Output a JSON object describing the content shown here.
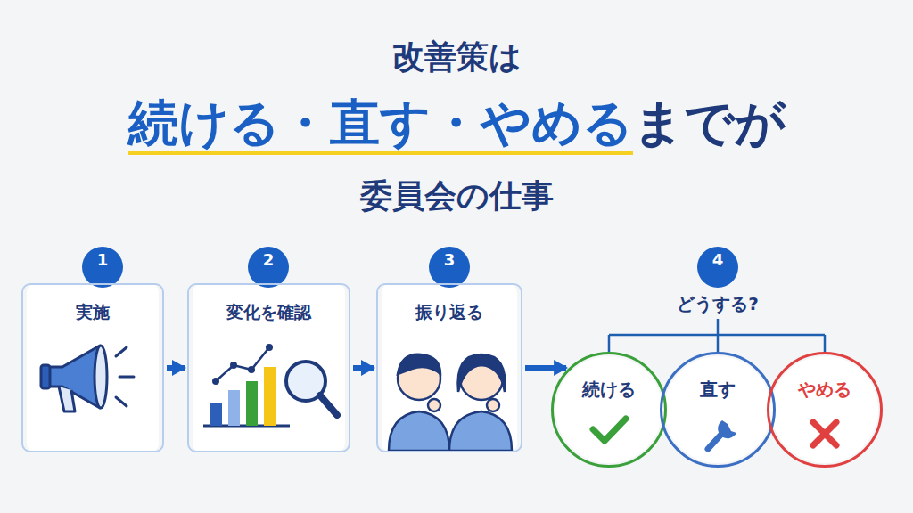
{
  "diagram": {
    "title": "改善策は",
    "nodes": [
      {
        "text": [
          "1"
        ]
      },
      {
        "text": [
          "実施"
        ]
      },
      {
        "text": [
          "2"
        ]
      },
      {
        "text": [
          "変化を確認"
        ]
      },
      {
        "text": [
          "3"
        ]
      },
      {
        "text": [
          "振り返る"
        ]
      },
      {
        "text": [
          "4"
        ]
      },
      {
        "text": [
          "続ける"
        ]
      },
      {
        "text": [
          "直す"
        ]
      },
      {
        "text": [
          "やめる"
        ]
      }
    ],
    "edges": [
      {
        "from": 1,
        "to": 3,
        "arrow": "to"
      },
      {
        "from": 3,
        "to": 5,
        "arrow": "to"
      },
      {
        "from": 5,
        "to": 7,
        "arrow": "to"
      }
    ],
    "labels": [
      "続ける・直す・やめる",
      "までが",
      "委員会の仕事",
      "どうする?"
    ]
  }
}
